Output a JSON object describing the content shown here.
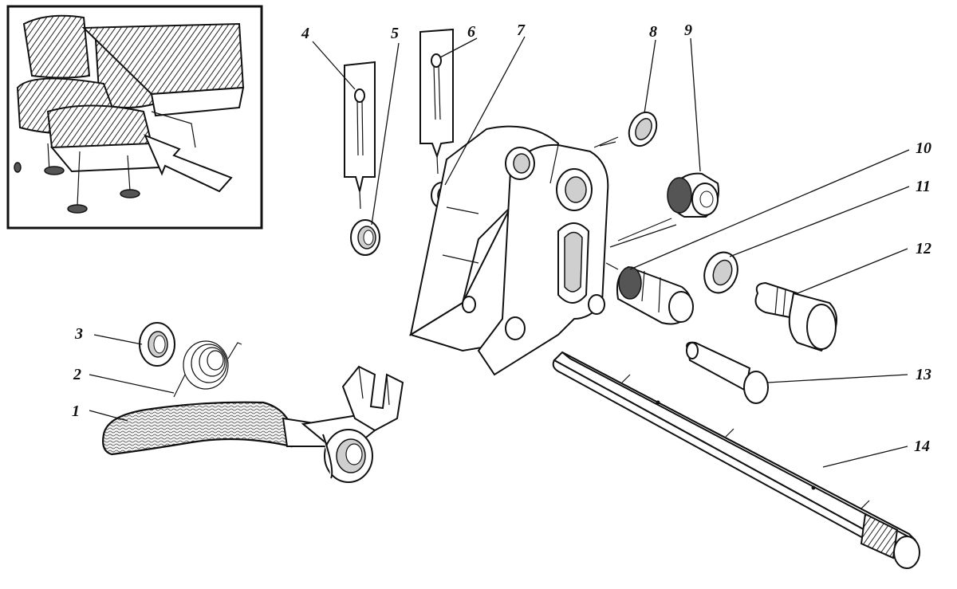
{
  "figure": {
    "callouts": [
      {
        "id": 1,
        "label": "1"
      },
      {
        "id": 2,
        "label": "2"
      },
      {
        "id": 3,
        "label": "3"
      },
      {
        "id": 4,
        "label": "4"
      },
      {
        "id": 5,
        "label": "5"
      },
      {
        "id": 6,
        "label": "6"
      },
      {
        "id": 7,
        "label": "7"
      },
      {
        "id": 8,
        "label": "8"
      },
      {
        "id": 9,
        "label": "9"
      },
      {
        "id": 10,
        "label": "10"
      },
      {
        "id": 11,
        "label": "11"
      },
      {
        "id": 12,
        "label": "12"
      },
      {
        "id": 13,
        "label": "13"
      },
      {
        "id": 14,
        "label": "14"
      }
    ],
    "parts": {
      "lever": "lever-part",
      "spring": "torsion-spring-part",
      "washer": "washer-part",
      "cotter_pin": "cotter-pin-part",
      "bracket": "seat-bracket-part",
      "bushing": "bushing-part",
      "bolt": "bolt-part",
      "pin": "pin-part",
      "shaft": "splined-shaft-part",
      "inset": "seat-location-inset"
    }
  }
}
